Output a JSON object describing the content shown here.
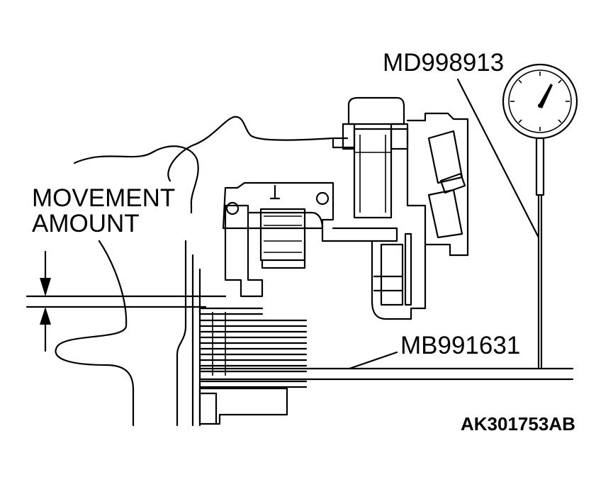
{
  "labels": {
    "movement_line1": "MOVEMENT",
    "movement_line2": "AMOUNT",
    "dial_gauge_tool": "MD998913",
    "fixture_tool": "MB991631",
    "figure_id": "AK301753AB"
  },
  "colors": {
    "ink": "#000000",
    "background": "#ffffff"
  },
  "icons": {
    "dial_gauge": "dial-gauge-icon"
  }
}
